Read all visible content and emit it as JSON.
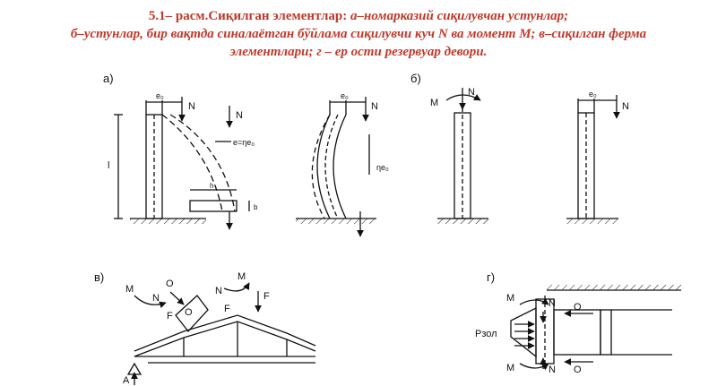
{
  "caption": {
    "number": "5.1– расм.",
    "lead": "Сиқилган элементлар: ",
    "line1_rest": "а–номарказий сиқилувчан устунлар;",
    "line2": "б–устунлар, бир вақтда синалаётган бўйлама сиқилувчи куч N ва момент M; в–сиқилган ферма",
    "line3": "элементлари; г – ер ости резервуар девори."
  },
  "panels": {
    "a": "а)",
    "b": "б)",
    "v": "в)",
    "g": "г)"
  },
  "labels": {
    "N": "N",
    "M": "M",
    "O": "O",
    "F": "F",
    "A": "A",
    "l": "l",
    "h": "h",
    "b": "b",
    "e0": "e₀",
    "ee": "e=ηe₀",
    "ne": "ηe₀",
    "psoil": "Pзол"
  },
  "colors": {
    "caption": "#c0392b",
    "ink": "#111111",
    "background": "#ffffff"
  }
}
